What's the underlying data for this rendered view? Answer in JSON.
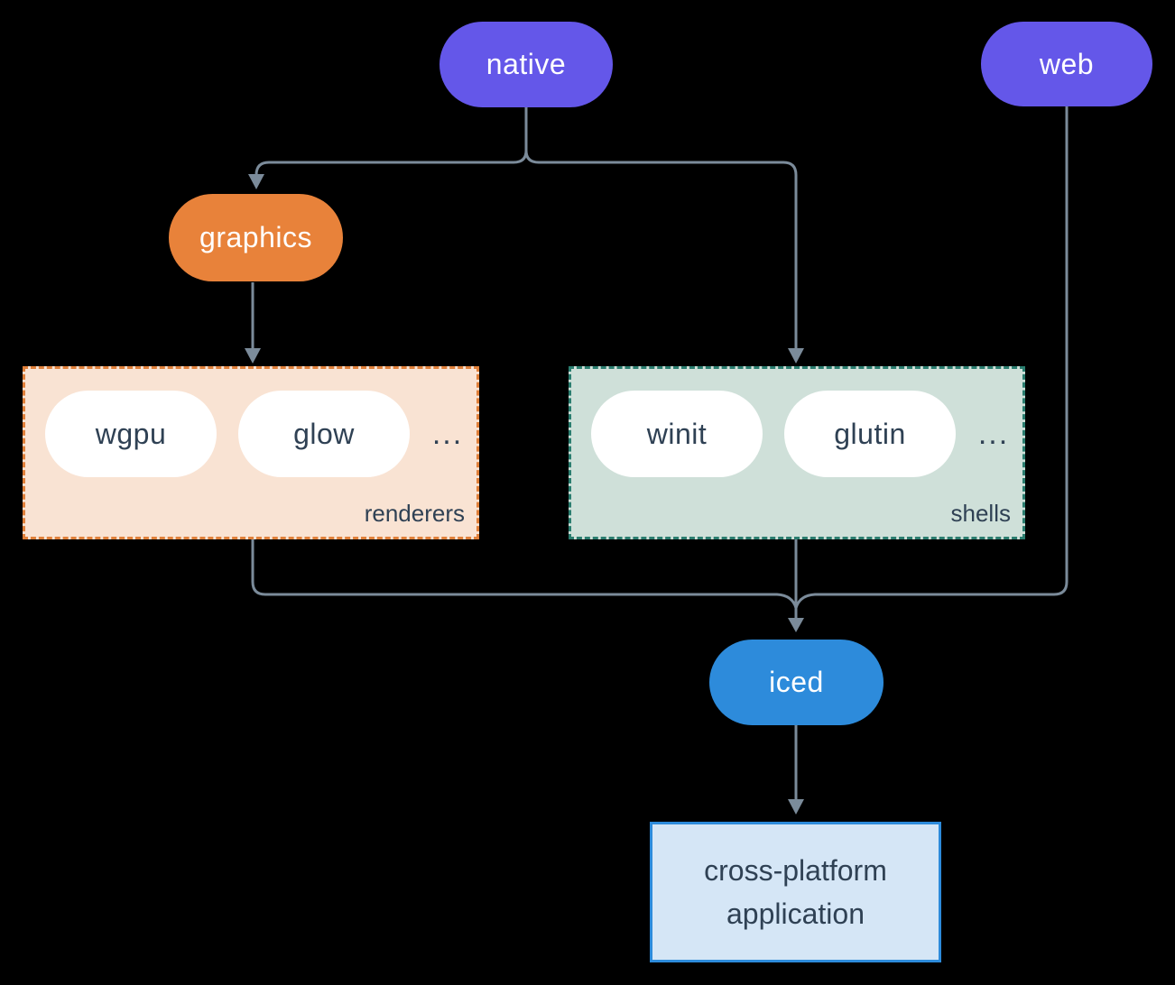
{
  "nodes": {
    "native": {
      "label": "native"
    },
    "web": {
      "label": "web"
    },
    "graphics": {
      "label": "graphics"
    },
    "iced": {
      "label": "iced"
    },
    "app": {
      "label": "cross-platform application"
    }
  },
  "groups": {
    "renderers": {
      "caption": "renderers",
      "ellipsis": "...",
      "items": [
        "wgpu",
        "glow"
      ]
    },
    "shells": {
      "caption": "shells",
      "ellipsis": "...",
      "items": [
        "winit",
        "glutin"
      ]
    }
  },
  "edges": [
    {
      "from": "native",
      "to": "graphics"
    },
    {
      "from": "native",
      "to": "shells"
    },
    {
      "from": "graphics",
      "to": "renderers"
    },
    {
      "from": "renderers",
      "to": "iced"
    },
    {
      "from": "shells",
      "to": "iced"
    },
    {
      "from": "web",
      "to": "iced"
    },
    {
      "from": "iced",
      "to": "app"
    }
  ],
  "colors": {
    "background": "#000000",
    "node_purple": "#6457e9",
    "node_orange": "#e8823a",
    "node_blue": "#2d8bdb",
    "renderers_fill": "#f9e3d3",
    "renderers_border": "#e0803a",
    "shells_fill": "#cfe0d9",
    "shells_border": "#2a7d6f",
    "app_fill": "#d5e6f6",
    "app_border": "#2d8bdb",
    "pill_fill": "#ffffff",
    "connector": "#7b8b9a",
    "text_light": "#ffffff",
    "text_dark": "#2f4154"
  }
}
